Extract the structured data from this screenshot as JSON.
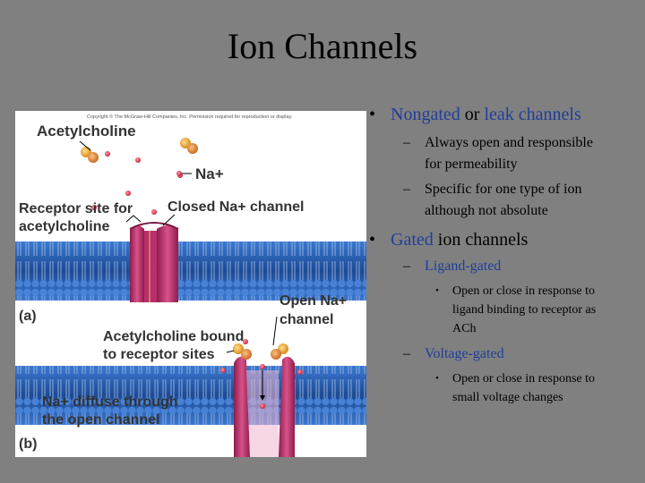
{
  "slide": {
    "title": "Ion Channels"
  },
  "figure": {
    "copyright": "Copyright © The McGraw-Hill Companies, Inc. Permission required for reproduction or display.",
    "labels": {
      "acetylcholine": "Acetylcholine",
      "na": "Na+",
      "receptor_site_1": "Receptor site for",
      "receptor_site_2": "acetylcholine",
      "closed_channel": "Closed Na+ channel",
      "panel_a": "(a)",
      "open_channel_1": "Open Na+",
      "open_channel_2": "channel",
      "bound_1": "Acetylcholine bound",
      "bound_2": "to receptor sites",
      "diffuse_1": "Na+ diffuse through",
      "diffuse_2": "the open channel",
      "panel_b": "(b)"
    },
    "colors": {
      "membrane": "#2d63b8",
      "channel": "#c2376f",
      "sodium": "#d8354f",
      "ach_orange": "#e8a33c"
    }
  },
  "bullets": {
    "b1": {
      "marker": "•",
      "part1": "Nongated",
      "part2": " or ",
      "part3": "leak channels"
    },
    "b1_sub1": {
      "marker": "–",
      "line1": "Always open and responsible",
      "line2": "for permeability"
    },
    "b1_sub2": {
      "marker": "–",
      "line1": "Specific for one type of ion",
      "line2": "although not absolute"
    },
    "b2": {
      "marker": "•",
      "part1": "Gated",
      "part2": " ion channels"
    },
    "b2_sub1": {
      "marker": "–",
      "text": "Ligand-gated"
    },
    "b2_sub1_detail": {
      "marker": "•",
      "line1": "Open or close in response to",
      "line2": "ligand binding to receptor as",
      "line3": "ACh"
    },
    "b2_sub2": {
      "marker": "–",
      "text": "Voltage-gated"
    },
    "b2_sub2_detail": {
      "marker": "•",
      "line1": "Open or close in response to",
      "line2": "small voltage changes"
    }
  }
}
